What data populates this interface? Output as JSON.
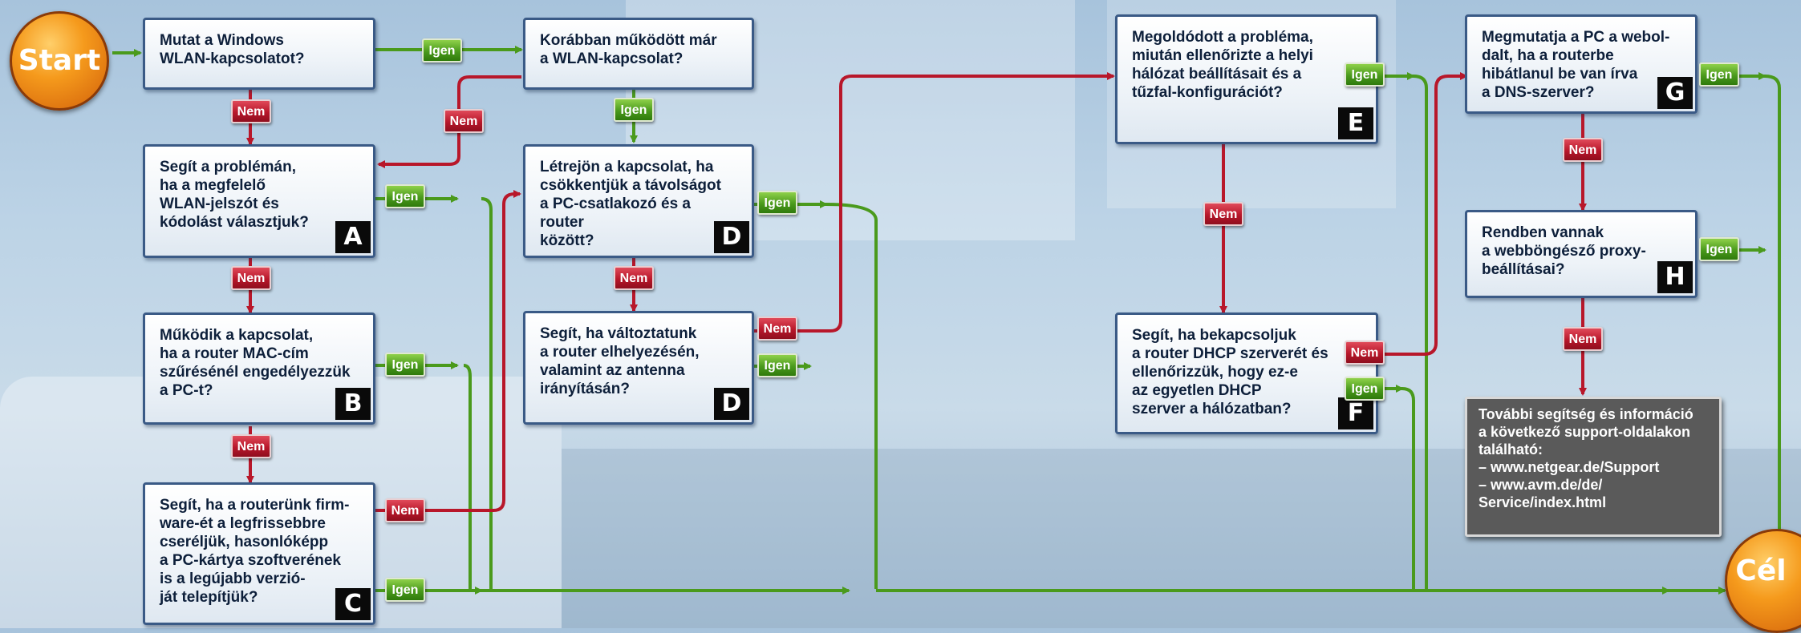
{
  "start_label": "Start",
  "goal_label": "Cél",
  "yes_label": "Igen",
  "no_label": "Nem",
  "nodes": {
    "q1": {
      "text": "Mutat a Windows\nWLAN-kapcsolatot?"
    },
    "q2": {
      "text": "Korábban működött már\na WLAN-kapcsolat?"
    },
    "a": {
      "text": "Segít a problémán,\nha a megfelelő\nWLAN-jelszót és\nkódolást választjuk?",
      "badge": "A"
    },
    "b": {
      "text": "Működik a kapcsolat,\nha a router MAC-cím\nszűrésénél engedélyezzük\na PC-t?",
      "badge": "B"
    },
    "c": {
      "text": "Segít, ha a routerünk firm-\nware-ét a legfrissebbre\ncseréljük, hasonlóképp\na PC-kártya szoftverének\nis a legújabb verzió-\nját telepítjük?",
      "badge": "C"
    },
    "d1": {
      "text": "Létrejön a kapcsolat, ha\ncsökkentjük a távolságot\na PC-csatlakozó és a router\nközött?",
      "badge": "D"
    },
    "d2": {
      "text": "Segít, ha változtatunk\na router elhelyezésén,\nvalamint az antenna\nirányításán?",
      "badge": "D"
    },
    "e": {
      "text": "Megoldódott a probléma,\nmiután ellenőrizte a helyi\nhálózat beállításait és a\ntűzfal-konfigurációt?",
      "badge": "E"
    },
    "f": {
      "text": "Segít, ha bekapcsoljuk\na router DHCP szerverét és\nellenőrizzük, hogy ez-e\naz egyetlen DHCP\nszerver a hálózatban?",
      "badge": "F"
    },
    "g": {
      "text": "Megmutatja a PC a webol-\ndalt, ha a routerbe\nhibátlanul be van írva\na DNS-szerver?",
      "badge": "G"
    },
    "h": {
      "text": "Rendben vannak\na webböngésző proxy-\nbeállításai?",
      "badge": "H"
    }
  },
  "info": {
    "text": "További segítség és információ\na következő support-oldalakon\ntalálható:",
    "links": [
      "– www.netgear.de/Support",
      "– www.avm.de/de/\n   Service/index.html"
    ]
  },
  "colors": {
    "yes": "#4a9a1c",
    "no": "#b8172a",
    "box_border": "#3a5a86",
    "start_goal": "#f59a1c"
  }
}
